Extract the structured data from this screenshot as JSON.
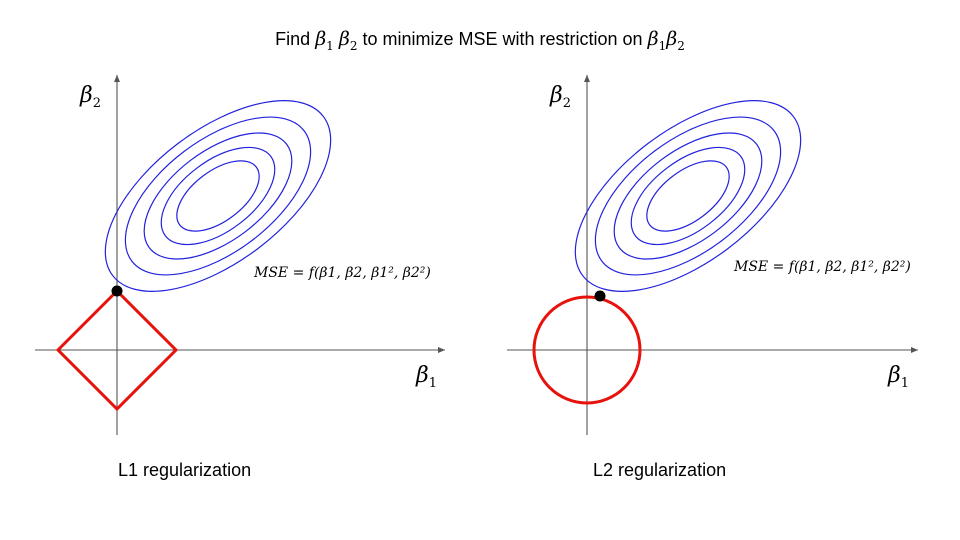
{
  "title": {
    "prefix": "Find",
    "beta1": "β",
    "beta1_sub": "1",
    "beta2": "β",
    "beta2_sub": "2",
    "middle": "to minimize MSE with restriction on",
    "beta1b": "β",
    "beta1b_sub": "1",
    "beta2b": "β",
    "beta2b_sub": "2"
  },
  "panels": [
    {
      "caption": "L1 regularization",
      "x_axis_label": "β",
      "x_axis_sub": "1",
      "y_axis_label": "β",
      "y_axis_sub": "2",
      "mse_label": "MSE = f(β1, β2, β1², β2²)",
      "constraint": "diamond"
    },
    {
      "caption": "L2 regularization",
      "x_axis_label": "β",
      "x_axis_sub": "1",
      "y_axis_label": "β",
      "y_axis_sub": "2",
      "mse_label": "MSE = f(β1, β2, β1², β2²)",
      "constraint": "circle"
    }
  ],
  "colors": {
    "contours": "#2222dd",
    "constraint": "#e8120c",
    "axes": "#555555",
    "point": "#000000"
  }
}
